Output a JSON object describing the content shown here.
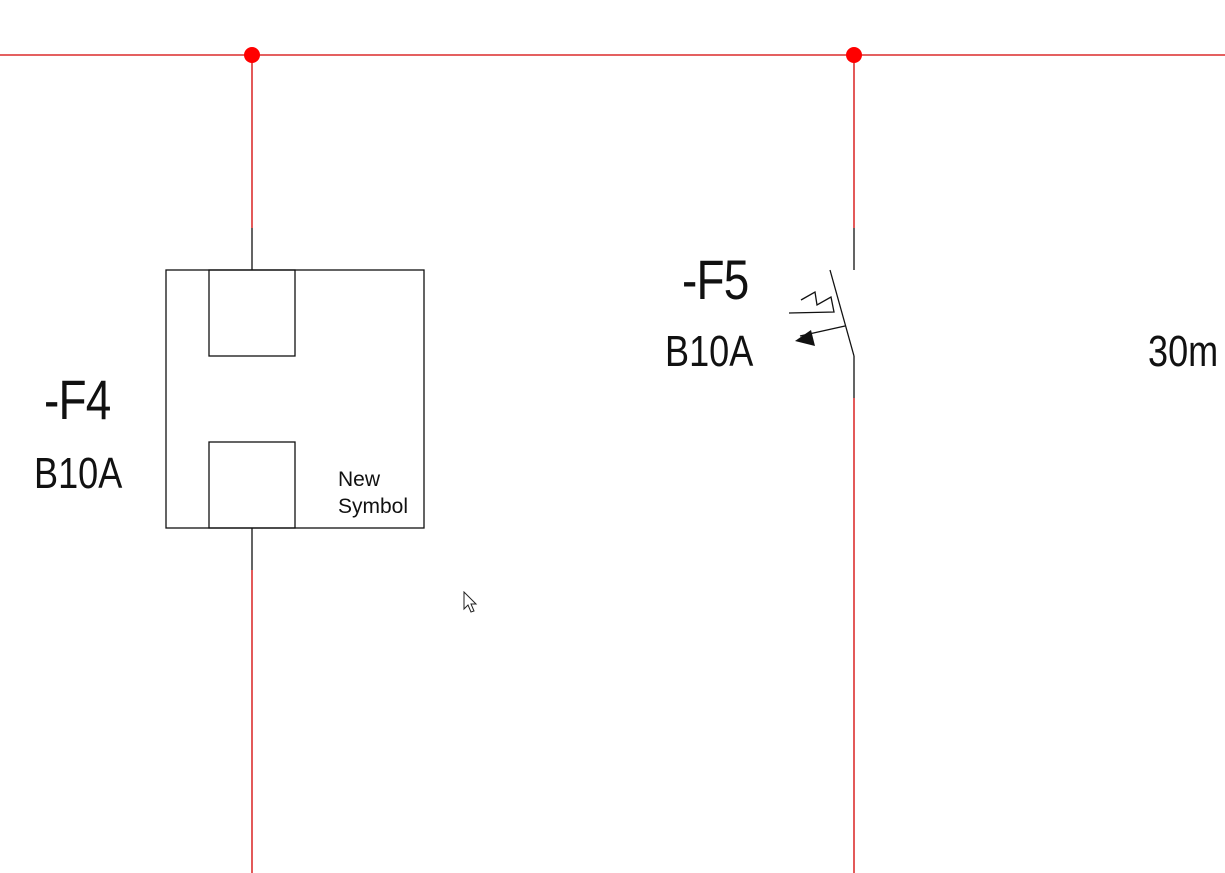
{
  "colors": {
    "wire": "#d40000",
    "junction": "#ff0000",
    "symbol": "#111111",
    "background": "#ffffff"
  },
  "devices": {
    "f4": {
      "tag": "-F4",
      "rating": "B10A",
      "symbol_line1": "New",
      "symbol_line2": "Symbol"
    },
    "f5": {
      "tag": "-F5",
      "rating": "B10A"
    },
    "rcd": {
      "rating_partial": "30m"
    }
  },
  "cursor": {
    "icon": "mouse-pointer-icon"
  }
}
